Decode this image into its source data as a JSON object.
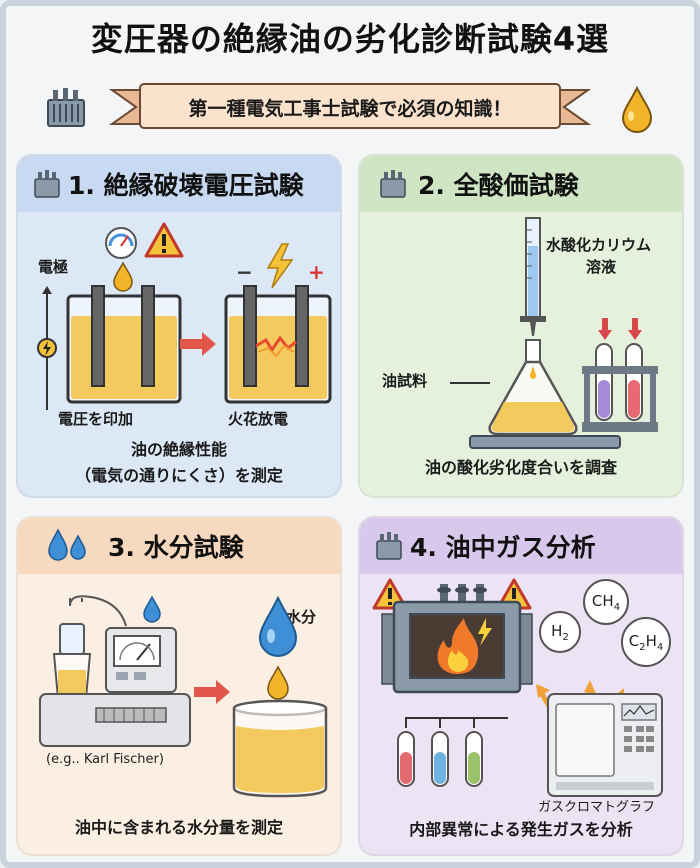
{
  "title": "変圧器の絶縁油の劣化診断試験4選",
  "banner": "第一種電気工事士試験で必須の知識！",
  "panels": {
    "p1": {
      "heading": "1. 絶縁破壊電圧試験",
      "electrode_label": "電極",
      "apply_label": "電圧を印加",
      "spark_label": "火花放電",
      "minus": "−",
      "plus": "+",
      "caption_line1": "油の絶縁性能",
      "caption_line2": "（電気の通りにくさ）を測定"
    },
    "p2": {
      "heading": "2. 全酸価試験",
      "reagent_line1": "水酸化カリウム",
      "reagent_line2": "溶液",
      "sample_label": "油試料",
      "caption": "油の酸化劣化度合いを調査"
    },
    "p3": {
      "heading": "3. 水分試験",
      "water_label": "水分",
      "example": "(e.g.. Karl Fischer)",
      "caption": "油中に含まれる水分量を測定"
    },
    "p4": {
      "heading": "4. 油中ガス分析",
      "gases": [
        "H",
        "CH",
        "C",
        "H"
      ],
      "gas_h2_base": "H",
      "gas_h2_sub": "2",
      "gas_ch4_base": "CH",
      "gas_ch4_sub": "4",
      "gas_c2h4_c": "C",
      "gas_c2h4_c_sub": "2",
      "gas_c2h4_h": "H",
      "gas_c2h4_h_sub": "4",
      "device_label": "ガスクロマトグラフ",
      "caption": "内部異常による発生ガスを分析"
    }
  }
}
